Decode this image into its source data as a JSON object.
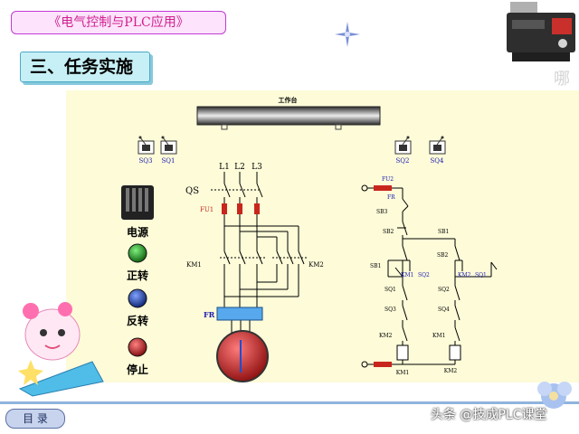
{
  "header": {
    "course_title": "《电气控制与PLC应用》",
    "section_title": "三、任务实施"
  },
  "side_glyph": "哪",
  "diagram": {
    "worktable_label": "工作台",
    "limit_switches": {
      "sq3": "SQ3",
      "sq1": "SQ1",
      "sq2": "SQ2",
      "sq4": "SQ4"
    },
    "panel_labels": {
      "power": "电源",
      "forward": "正转",
      "reverse": "反转",
      "stop": "停止"
    },
    "power_circuit": {
      "l1": "L1",
      "l2": "L2",
      "l3": "L3",
      "qs": "QS",
      "fu1": "FU1",
      "km1": "KM1",
      "km2": "KM2",
      "fr": "FR"
    },
    "control_circuit": {
      "fu2": "FU2",
      "fr": "FR",
      "sb3": "SB3",
      "sb2_left": "SB2",
      "sb1_right": "SB1",
      "sb1_left": "SB1",
      "sb2_right": "SB2",
      "km1_aux": "KM1",
      "sq2_aux": "SQ2",
      "km2_aux": "KM2",
      "sq1_aux": "SQ1",
      "sq1_left": "SQ1",
      "sq2_right": "SQ2",
      "sq3_left": "SQ3",
      "sq4_right": "SQ4",
      "km2_interlock": "KM2",
      "km1_interlock": "KM1",
      "km1_coil": "KM1",
      "km2_coil": "KM2"
    }
  },
  "footer": {
    "menu_label": "目 录",
    "watermark": "头条 @技成PLC课堂"
  }
}
